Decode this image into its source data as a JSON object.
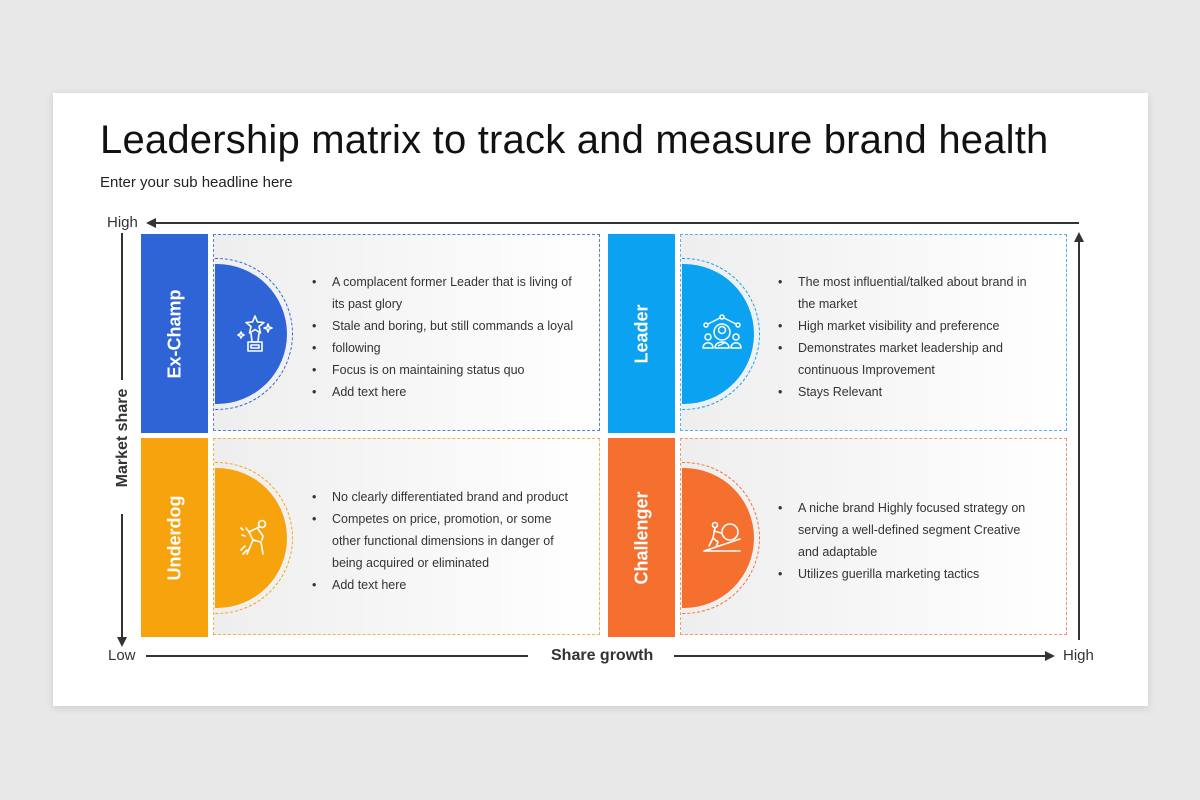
{
  "title": "Leadership matrix to track and measure brand health",
  "subtitle": "Enter your sub headline here",
  "axes": {
    "y_high": "High",
    "y_title": "Market share",
    "x_low": "Low",
    "x_title": "Share growth",
    "x_high": "High"
  },
  "colors": {
    "ex_champ": "#2f64d6",
    "leader": "#0aa2f1",
    "underdog": "#f7a30d",
    "challenger": "#f56f2e"
  },
  "quadrants": {
    "ex_champ": {
      "label": "Ex-Champ",
      "icon": "trophy-icon",
      "bullets": [
        "A complacent former Leader that is living of its past glory",
        "Stale and boring, but still commands a loyal",
        "following",
        "Focus is on maintaining status quo",
        "Add text here"
      ]
    },
    "leader": {
      "label": "Leader",
      "icon": "team-leader-icon",
      "bullets": [
        "The most influential/talked about brand in the market",
        "High market visibility and preference",
        "Demonstrates market leadership and continuous Improvement",
        "Stays Relevant"
      ]
    },
    "underdog": {
      "label": "Underdog",
      "icon": "struggling-person-icon",
      "bullets": [
        "No clearly differentiated brand and product",
        "Competes on price, promotion, or some other functional dimensions in danger of being acquired or eliminated",
        "Add text here"
      ]
    },
    "challenger": {
      "label": "Challenger",
      "icon": "pushing-boulder-icon",
      "bullets": [
        "A niche brand Highly focused strategy on serving a well-defined segment Creative and adaptable",
        "Utilizes guerilla marketing tactics"
      ]
    }
  }
}
